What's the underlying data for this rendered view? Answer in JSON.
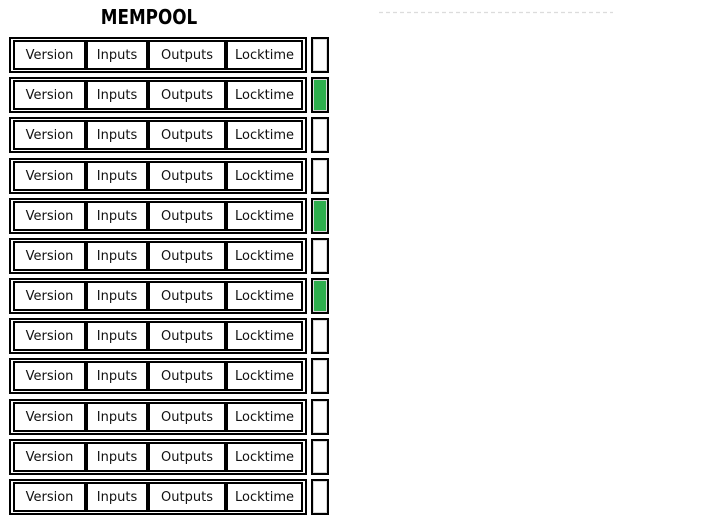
{
  "title": "MEMPOOL",
  "colors": {
    "green": "#2eae4e",
    "white": "#ffffff",
    "box_border": "#000000",
    "dashed_line": "#dcdcdc"
  },
  "transaction_fields": [
    "Version",
    "Inputs",
    "Outputs",
    "Locktime"
  ],
  "transactions": [
    {
      "status": "white"
    },
    {
      "status": "green"
    },
    {
      "status": "white"
    },
    {
      "status": "white"
    },
    {
      "status": "green"
    },
    {
      "status": "white"
    },
    {
      "status": "green"
    },
    {
      "status": "white"
    },
    {
      "status": "white"
    },
    {
      "status": "white"
    },
    {
      "status": "white"
    },
    {
      "status": "white"
    }
  ]
}
